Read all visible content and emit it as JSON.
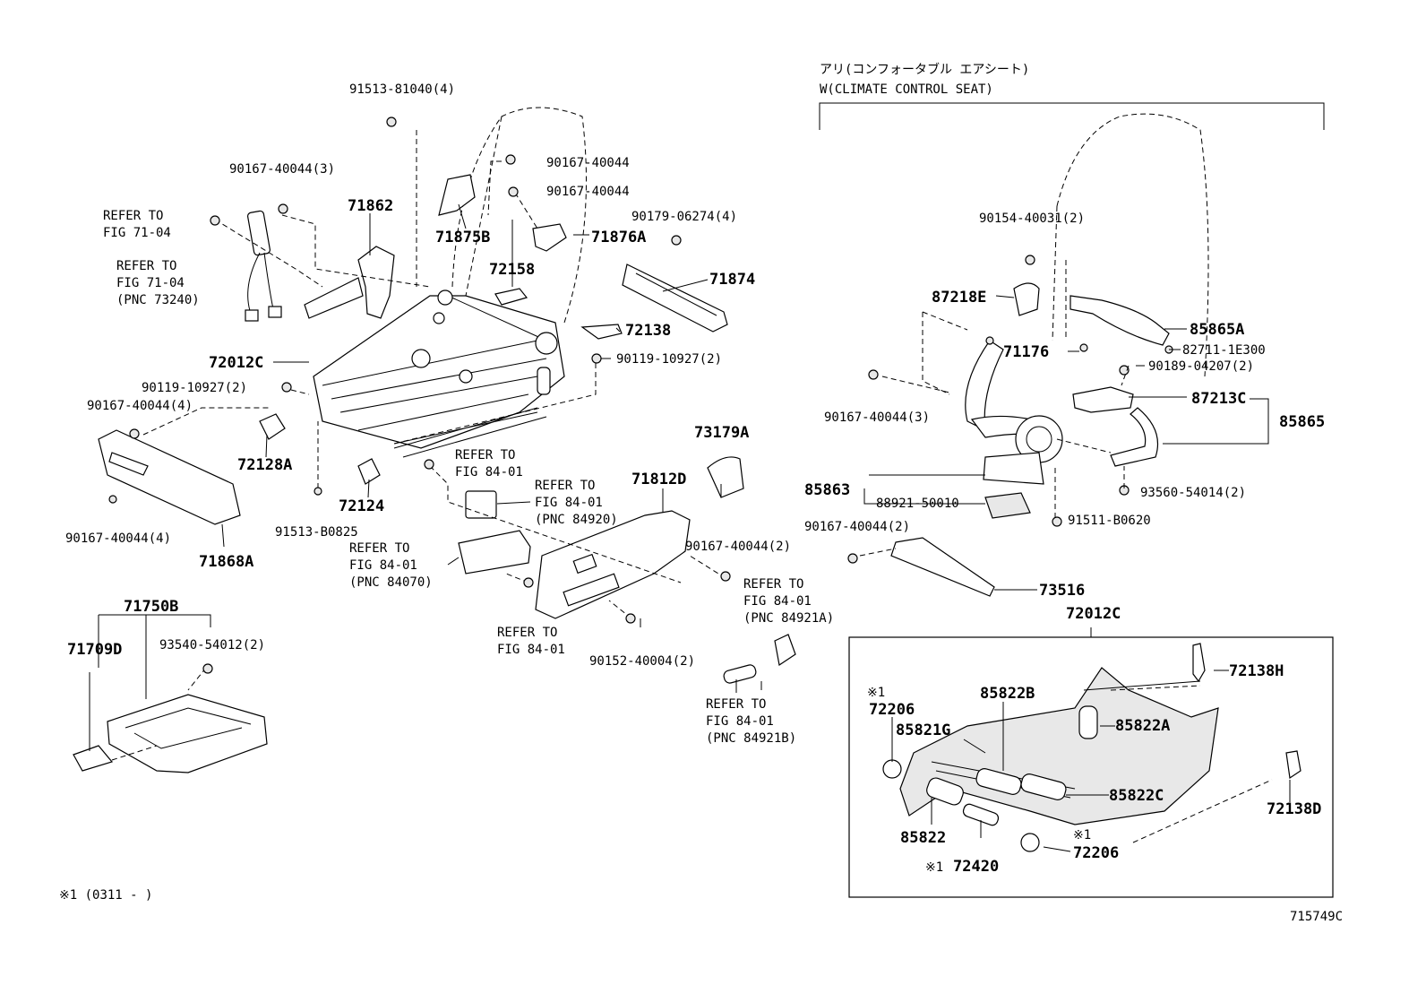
{
  "header": {
    "jp_title": "アリ(コンフォータブル エアシート)",
    "en_title": "W(CLIMATE CONTROL SEAT)"
  },
  "labels": {
    "p91513_81040": "91513-81040(4)",
    "p90167_40044_a": "90167-40044",
    "p90167_40044_b": "90167-40044",
    "p90167_40044_3": "90167-40044(3)",
    "p71862": "71862",
    "p71875B": "71875B",
    "p71876A": "71876A",
    "p90179_06274": "90179-06274(4)",
    "p72158": "72158",
    "p71874": "71874",
    "p72138": "72138",
    "p72012C_main": "72012C",
    "p90119_10927_r": "90119-10927(2)",
    "p90119_10927_l": "90119-10927(2)",
    "p90167_40044_4a": "90167-40044(4)",
    "p72128A": "72128A",
    "p72124": "72124",
    "p91513_B0825": "91513-B0825",
    "p90167_40044_4b": "90167-40044(4)",
    "p71868A": "71868A",
    "p73179A": "73179A",
    "p71812D": "71812D",
    "p90167_40044_2a": "90167-40044(2)",
    "p90152_40004": "90152-40004(2)",
    "p71750B": "71750B",
    "p71709D": "71709D",
    "p93540_54012": "93540-54012(2)",
    "p90154_40031": "90154-40031(2)",
    "p87218E": "87218E",
    "p85865A": "85865A",
    "p71176": "71176",
    "p82711_1E300": "82711-1E300",
    "p90189_04207": "90189-04207(2)",
    "p87213C": "87213C",
    "p85865": "85865",
    "p90167_40044_3b": "90167-40044(3)",
    "p85863": "85863",
    "p88921_50010": "88921-50010",
    "p93560_54014": "93560-54014(2)",
    "p91511_B0620": "91511-B0620",
    "p90167_40044_2b": "90167-40044(2)",
    "p73516": "73516",
    "p72012C_box": "72012C",
    "p72138H": "72138H",
    "p85822B": "85822B",
    "p85822A": "85822A",
    "p85821G": "85821G",
    "p72206_a": "72206",
    "p85822C": "85822C",
    "p72138D": "72138D",
    "p85822": "85822",
    "p72420": "72420",
    "p72206_b": "72206",
    "note_mark_a": "※1",
    "note_mark_b": "※1",
    "note_mark_c": "※1"
  },
  "refs": {
    "r1_l1": "REFER TO",
    "r1_l2": "FIG 71-04",
    "r2_l1": "REFER TO",
    "r2_l2": "FIG 71-04",
    "r2_l3": "(PNC 73240)",
    "r3_l1": "REFER TO",
    "r3_l2": "FIG 84-01",
    "r4_l1": "REFER TO",
    "r4_l2": "FIG 84-01",
    "r4_l3": "(PNC 84920)",
    "r5_l1": "REFER TO",
    "r5_l2": "FIG 84-01",
    "r5_l3": "(PNC 84070)",
    "r6_l1": "REFER TO",
    "r6_l2": "FIG 84-01",
    "r7_l1": "REFER TO",
    "r7_l2": "FIG 84-01",
    "r7_l3": "(PNC 84921A)",
    "r8_l1": "REFER TO",
    "r8_l2": "FIG 84-01",
    "r8_l3": "(PNC 84921B)"
  },
  "footer": {
    "footnote": "※1 (0311 -      )",
    "figure_id": "715749C"
  }
}
